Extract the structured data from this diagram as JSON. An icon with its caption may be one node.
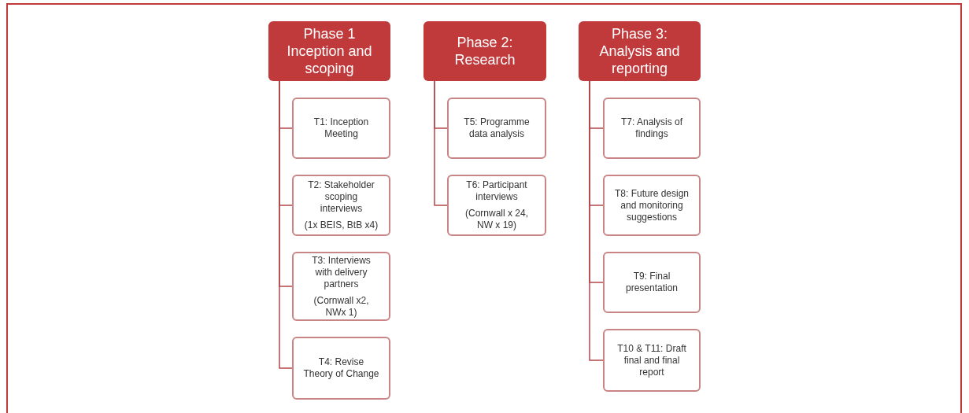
{
  "diagram": {
    "nodes": [
      {
        "text": [
          "Phase 1 Inception and scoping"
        ]
      },
      {
        "text": [
          "T1: Inception Meeting"
        ]
      },
      {
        "text": [
          "T2: Stakeholder scoping interviews",
          "(1x BEIS, BtB x4)"
        ]
      },
      {
        "text": [
          "T3: Interviews with delivery partners",
          "(Cornwall x2, NWx 1)"
        ]
      },
      {
        "text": [
          "T4: Revise Theory of Change"
        ]
      },
      {
        "text": [
          "Phase 2: Research"
        ]
      },
      {
        "text": [
          "T5: Programme data analysis"
        ]
      },
      {
        "text": [
          "T6: Participant interviews",
          "(Cornwall x 24, NW x 19)"
        ]
      },
      {
        "text": [
          "Phase 3: Analysis and reporting"
        ]
      },
      {
        "text": [
          "T7: Analysis of findings"
        ]
      },
      {
        "text": [
          "T8: Future design and monitoring suggestions"
        ]
      },
      {
        "text": [
          "T9: Final presentation"
        ]
      },
      {
        "text": [
          "T10 & T11: Draft final and final report"
        ]
      }
    ],
    "edges": [
      {
        "from": 0,
        "to": 1,
        "arrow": "none"
      },
      {
        "from": 0,
        "to": 2,
        "arrow": "none"
      },
      {
        "from": 0,
        "to": 3,
        "arrow": "none"
      },
      {
        "from": 0,
        "to": 4,
        "arrow": "none"
      },
      {
        "from": 5,
        "to": 6,
        "arrow": "none"
      },
      {
        "from": 5,
        "to": 7,
        "arrow": "none"
      },
      {
        "from": 8,
        "to": 9,
        "arrow": "none"
      },
      {
        "from": 8,
        "to": 10,
        "arrow": "none"
      },
      {
        "from": 8,
        "to": 11,
        "arrow": "none"
      },
      {
        "from": 8,
        "to": 12,
        "arrow": "none"
      }
    ]
  }
}
